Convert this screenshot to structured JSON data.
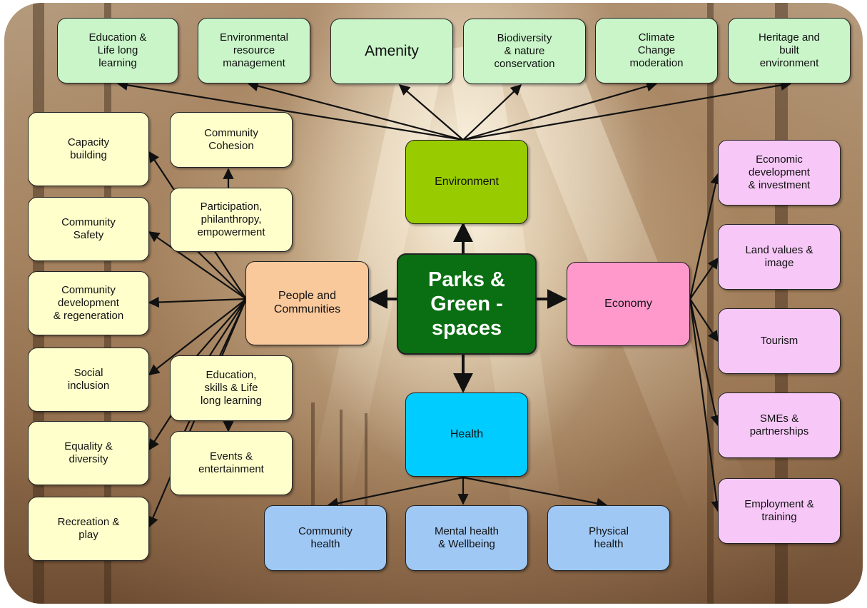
{
  "center": {
    "label": "Parks &\nGreen -\nspaces"
  },
  "hubs": {
    "environment": {
      "label": "Environment",
      "color": "#99cc00"
    },
    "people": {
      "label": "People and\nCommunities",
      "color": "#f9c89b"
    },
    "economy": {
      "label": "Economy",
      "color": "#ff99cc"
    },
    "health": {
      "label": "Health",
      "color": "#00ccff"
    }
  },
  "environment_items": [
    "Education &\nLife long\nlearning",
    "Environmental\nresource\nmanagement",
    "Amenity",
    "Biodiversity\n& nature\nconservation",
    "Climate\nChange\nmoderation",
    "Heritage and\nbuilt\nenvironment"
  ],
  "people_items_left": [
    "Capacity\nbuilding",
    "Community\nSafety",
    "Community\ndevelopment\n& regeneration",
    "Social\ninclusion",
    "Equality &\ndiversity",
    "Recreation &\nplay"
  ],
  "people_items_inner": [
    "Community\nCohesion",
    "Participation,\nphilanthropy,\nempowerment",
    "Education,\nskills & Life\nlong learning",
    "Events &\nentertainment"
  ],
  "economy_items": [
    "Economic\ndevelopment\n& investment",
    "Land values &\nimage",
    "Tourism",
    "SMEs &\npartnerships",
    "Employment &\ntraining"
  ],
  "health_items": [
    "Community\nhealth",
    "Mental health\n& Wellbeing",
    "Physical\nhealth"
  ]
}
